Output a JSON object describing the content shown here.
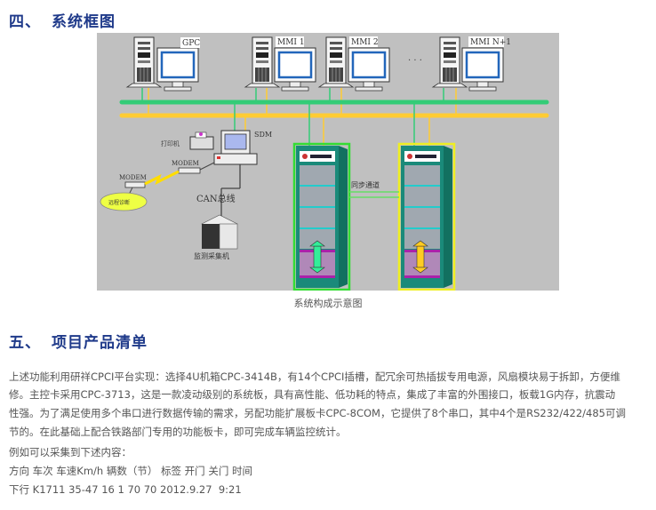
{
  "section4": {
    "number": "四、",
    "title": "系统框图"
  },
  "diagram": {
    "workstations": [
      {
        "label": "GPC"
      },
      {
        "label": "MMI 1"
      },
      {
        "label": "MMI 2"
      },
      {
        "label": "MMI N+1"
      }
    ],
    "ellipsis": "· · ·",
    "sdm_label": "SDM",
    "printer_label": "打印机",
    "modem_label_1": "MODEM",
    "modem_label_2": "MODEM",
    "remote_label": "远程诊断",
    "can_bus_label": "CAN总线",
    "collector_label": "监测采集机",
    "sync_channel_label": "同步通道",
    "colors": {
      "green_bus": "#33cc77",
      "yellow_bus": "#ffcc33",
      "background": "#c0c0c0"
    }
  },
  "caption": "系统构成示意图",
  "section5": {
    "number": "五、",
    "title": "项目产品清单"
  },
  "body": {
    "para_lines": [
      "上述功能利用研祥CPCI平台实现：选择4U机箱CPC-3414B，有14个CPCI插槽，配冗余可热插拔专用电源，风扇模块易于拆卸，方便维",
      "修。主控卡采用CPC-3713，这是一款凌动级别的系统板，具有高性能、低功耗的特点，集成了丰富的外围接口，板载1G内存，抗震动",
      "性强。为了满足使用多个串口进行数据传输的需求，另配功能扩展板卡CPC-8COM，它提供了8个串口，其中4个是RS232/422/485可调",
      "节的。在此基础上配合铁路部门专用的功能板卡，即可完成车辆监控统计。"
    ],
    "example_intro": "例如可以采集到下述内容：",
    "fields_line": "方向 车次 车速Km/h 辆数（节） 标签 开门 关门 时间",
    "values_line": "下行 K1711 35-47 16 1 70 70 2012.9.27  9:21"
  }
}
